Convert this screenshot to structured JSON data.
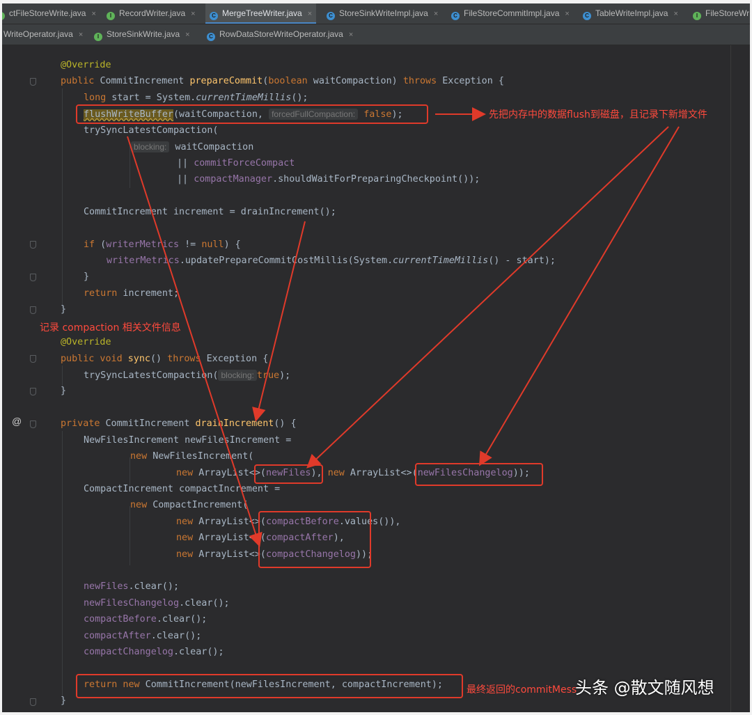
{
  "tabs_row1": [
    {
      "label": "ctFileStoreWrite.java",
      "icon": "interface-icon",
      "active": false
    },
    {
      "label": "RecordWriter.java",
      "icon": "interface-icon",
      "active": false
    },
    {
      "label": "MergeTreeWriter.java",
      "icon": "class-icon",
      "active": true
    },
    {
      "label": "StoreSinkWriteImpl.java",
      "icon": "class-icon",
      "active": false
    },
    {
      "label": "FileStoreCommitImpl.java",
      "icon": "class-icon",
      "active": false
    },
    {
      "label": "TableWriteImpl.java",
      "icon": "class-icon",
      "active": false
    },
    {
      "label": "FileStoreWr",
      "icon": "interface-icon",
      "active": false
    }
  ],
  "tabs_row2": [
    {
      "label": "WriteOperator.java",
      "icon": "class-icon",
      "active": false
    },
    {
      "label": "StoreSinkWrite.java",
      "icon": "interface-icon",
      "active": false
    },
    {
      "label": "RowDataStoreWriteOperator.java",
      "icon": "class-icon",
      "active": false
    }
  ],
  "tab_close_glyph": "×",
  "code": {
    "l1": "@Override",
    "l2a": "public",
    "l2b": "CommitIncrement",
    "l2c": "prepareCommit",
    "l2d": "(",
    "l2e": "boolean",
    "l2f": " waitCompaction) ",
    "l2g": "throws",
    "l2h": " Exception {",
    "l3a": "long",
    "l3b": " start = System.",
    "l3c": "currentTimeMillis",
    "l3d": "();",
    "l4a": "flushWriteBuffer",
    "l4b": "(waitCompaction, ",
    "l4hint": "forcedFullCompaction:",
    "l4c": "false",
    "l4d": ");",
    "l5": "trySyncLatestCompaction(",
    "l6hint": "blocking:",
    "l6": " waitCompaction",
    "l7a": "|| ",
    "l7b": "commitForceCompact",
    "l8a": "|| ",
    "l8b": "compactManager",
    "l8c": ".shouldWaitForPreparingCheckpoint());",
    "l9": "CommitIncrement increment = drainIncrement();",
    "l10a": "if",
    "l10b": " (",
    "l10c": "writerMetrics",
    "l10d": " != ",
    "l10e": "null",
    "l10f": ") {",
    "l11a": "writerMetrics",
    "l11b": ".updatePrepareCommitCostMillis(System.",
    "l11c": "currentTimeMillis",
    "l11d": "() - start);",
    "l12": "}",
    "l13a": "return",
    "l13b": " increment;",
    "l14": "}",
    "l15": "@Override",
    "l16a": "public void",
    "l16b": "sync",
    "l16c": "() ",
    "l16d": "throws",
    "l16e": " Exception {",
    "l17a": "trySyncLatestCompaction(",
    "l17hint": "blocking:",
    "l17b": "true",
    "l17c": ");",
    "l18": "}",
    "l19a": "private",
    "l19b": " CommitIncrement ",
    "l19c": "drainIncrement",
    "l19d": "() {",
    "l20": "NewFilesIncrement newFilesIncrement =",
    "l21a": "new",
    "l21b": " NewFilesIncrement(",
    "l22a": "new",
    "l22b": " ArrayList<>(",
    "l22c": "newFiles",
    "l22d": "), ",
    "l22e": "new",
    "l22f": " ArrayList<>(",
    "l22g": "newFilesChangelog",
    "l22h": "));",
    "l23": "CompactIncrement compactIncrement =",
    "l24a": "new",
    "l24b": " CompactIncrement(",
    "l25a": "new",
    "l25b": " ArrayList<>(",
    "l25c": "compactBefore",
    "l25d": ".values()),",
    "l26a": "new",
    "l26b": " ArrayList<>(",
    "l26c": "compactAfter",
    "l26d": "),",
    "l27a": "new",
    "l27b": " ArrayList<>(",
    "l27c": "compactChangelog",
    "l27d": "));",
    "l28a": "newFiles",
    "l28b": ".clear();",
    "l29a": "newFilesChangelog",
    "l29b": ".clear();",
    "l30a": "compactBefore",
    "l30b": ".clear();",
    "l31a": "compactAfter",
    "l31b": ".clear();",
    "l32a": "compactChangelog",
    "l32b": ".clear();",
    "l33a": "return new",
    "l33b": " CommitIncrement(newFilesIncrement, compactIncrement);",
    "l34": "}"
  },
  "annotations": {
    "flush_note": "先把内存中的数据flush到磁盘，且记录下新增文件",
    "compaction_note": "记录 compaction 相关文件信息",
    "return_note": "最终返回的commitMess"
  },
  "gutter_at": "@",
  "watermark": "头条 @散文随风想",
  "colors": {
    "keyword": "#cc7832",
    "annotation": "#bbb529",
    "method": "#ffc66d",
    "field": "#9876aa",
    "text": "#a9b7c6",
    "arrow": "#e03a2a",
    "note": "#ff4a3d",
    "background": "#2b2b2d"
  }
}
